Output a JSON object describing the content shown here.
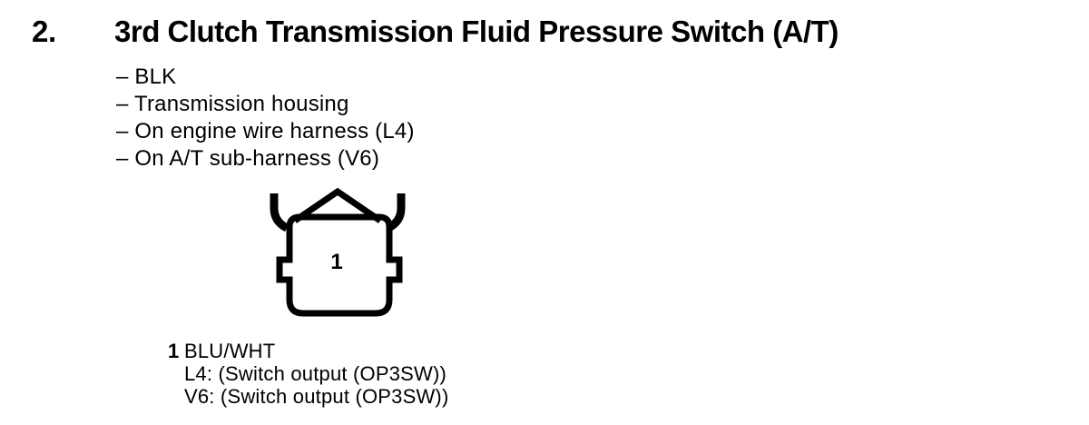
{
  "page": {
    "item_number": "2.",
    "title": "3rd Clutch Transmission Fluid Pressure Switch (A/T)",
    "notes": [
      "– BLK",
      "– Transmission housing",
      "– On engine wire harness (L4)",
      "– On A/T sub-harness (V6)"
    ],
    "connector": {
      "cavity_label": "1"
    },
    "pins": [
      {
        "number": "1",
        "wire_color": "BLU/WHT",
        "details": [
          "L4: (Switch output (OP3SW))",
          "V6: (Switch output (OP3SW))"
        ]
      }
    ]
  },
  "colors": {
    "ink": "#000000",
    "background": "#ffffff"
  }
}
